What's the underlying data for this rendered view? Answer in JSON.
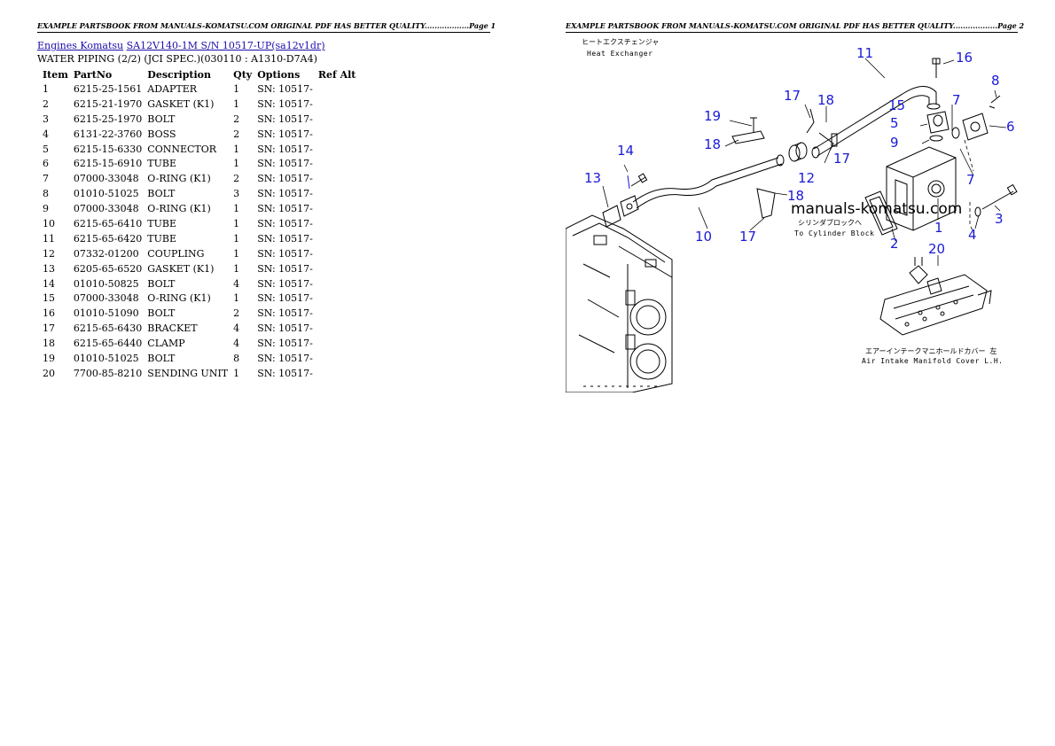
{
  "header": {
    "page1": "EXAMPLE PARTSBOOK FROM MANUALS-KOMATSU.COM ORIGINAL PDF HAS BETTER QUALITY..................Page 1",
    "page2": "EXAMPLE PARTSBOOK FROM MANUALS-KOMATSU.COM ORIGINAL PDF HAS BETTER QUALITY..................Page 2"
  },
  "breadcrumb": {
    "link1": "Engines Komatsu",
    "link2": "SA12V140-1M S/N 10517-UP(sa12v1dr)"
  },
  "subtitle": "WATER PIPING (2/2) (JCI SPEC.)(030110 : A1310-D7A4)",
  "table": {
    "columns": [
      "Item",
      "PartNo",
      "Description",
      "Qty",
      "Options",
      "Ref Alt"
    ],
    "rows": [
      [
        "1",
        "6215-25-1561",
        "ADAPTER",
        "1",
        "SN: 10517-",
        ""
      ],
      [
        "2",
        "6215-21-1970",
        "GASKET (K1)",
        "1",
        "SN: 10517-",
        ""
      ],
      [
        "3",
        "6215-25-1970",
        "BOLT",
        "2",
        "SN: 10517-",
        ""
      ],
      [
        "4",
        "6131-22-3760",
        "BOSS",
        "2",
        "SN: 10517-",
        ""
      ],
      [
        "5",
        "6215-15-6330",
        "CONNECTOR",
        "1",
        "SN: 10517-",
        ""
      ],
      [
        "6",
        "6215-15-6910",
        "TUBE",
        "1",
        "SN: 10517-",
        ""
      ],
      [
        "7",
        "07000-33048",
        "O-RING (K1)",
        "2",
        "SN: 10517-",
        ""
      ],
      [
        "8",
        "01010-51025",
        "BOLT",
        "3",
        "SN: 10517-",
        ""
      ],
      [
        "9",
        "07000-33048",
        "O-RING (K1)",
        "1",
        "SN: 10517-",
        ""
      ],
      [
        "10",
        "6215-65-6410",
        "TUBE",
        "1",
        "SN: 10517-",
        ""
      ],
      [
        "11",
        "6215-65-6420",
        "TUBE",
        "1",
        "SN: 10517-",
        ""
      ],
      [
        "12",
        "07332-01200",
        "COUPLING",
        "1",
        "SN: 10517-",
        ""
      ],
      [
        "13",
        "6205-65-6520",
        "GASKET (K1)",
        "1",
        "SN: 10517-",
        ""
      ],
      [
        "14",
        "01010-50825",
        "BOLT",
        "4",
        "SN: 10517-",
        ""
      ],
      [
        "15",
        "07000-33048",
        "O-RING (K1)",
        "1",
        "SN: 10517-",
        ""
      ],
      [
        "16",
        "01010-51090",
        "BOLT",
        "2",
        "SN: 10517-",
        ""
      ],
      [
        "17",
        "6215-65-6430",
        "BRACKET",
        "4",
        "SN: 10517-",
        ""
      ],
      [
        "18",
        "6215-65-6440",
        "CLAMP",
        "4",
        "SN: 10517-",
        ""
      ],
      [
        "19",
        "01010-51025",
        "BOLT",
        "8",
        "SN: 10517-",
        ""
      ],
      [
        "20",
        "7700-85-8210",
        "SENDING UNIT",
        "1",
        "SN: 10517-",
        ""
      ]
    ]
  },
  "diagram": {
    "callout_color": "#1a1ad6",
    "labels": {
      "heat_exchanger_jp": "ヒートエクスチェンジャ",
      "heat_exchanger_en": "Heat Exchanger",
      "cylinder_block_jp": "シリンダブロックへ",
      "cylinder_block_en": "To Cylinder Block",
      "intake_cover_jp": "エアーインテークマニホールドカバー 左",
      "intake_cover_en": "Air Intake Manifold Cover L.H.",
      "watermark": "manuals-komatsu.com"
    },
    "callouts": [
      "11",
      "16",
      "8",
      "17",
      "18",
      "7",
      "15",
      "5",
      "6",
      "19",
      "9",
      "18",
      "17",
      "12",
      "7",
      "14",
      "13",
      "18",
      "10",
      "17",
      "1",
      "2",
      "4",
      "3",
      "20"
    ]
  }
}
